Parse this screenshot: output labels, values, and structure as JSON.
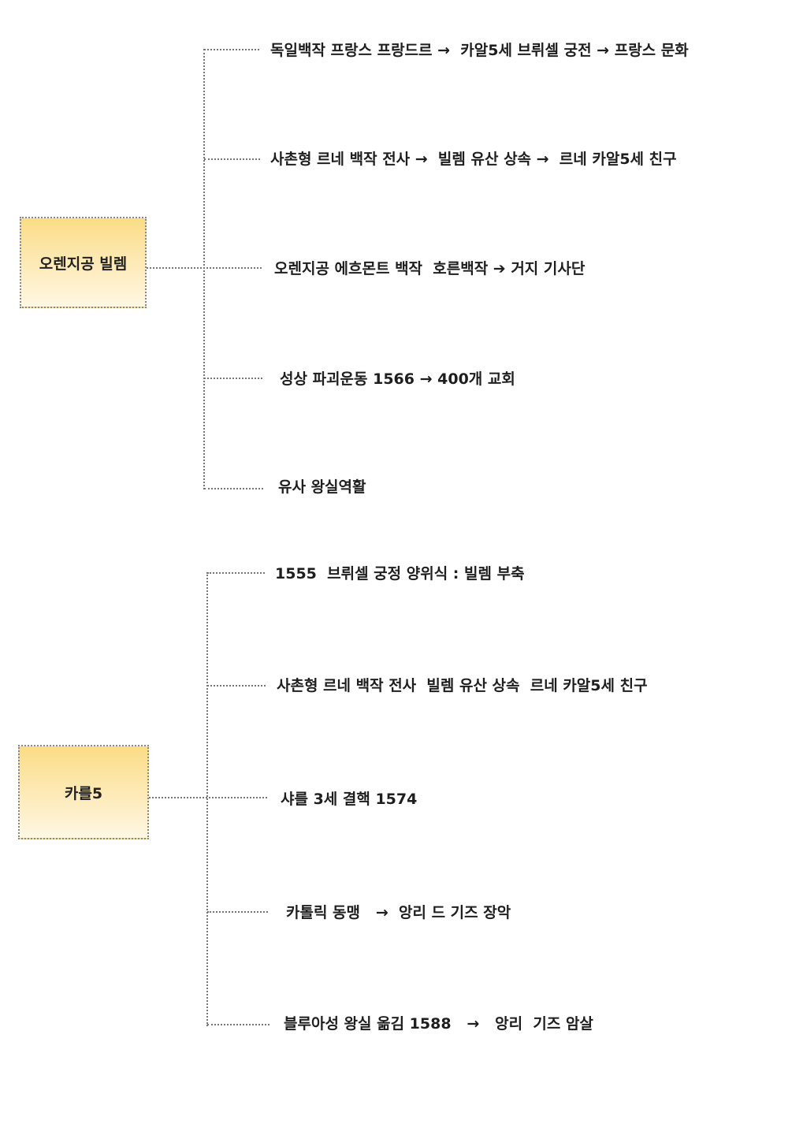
{
  "trees": [
    {
      "root": "오렌지공 빌렘",
      "branches": [
        "독일백작 프랑스 프랑드르 →  카알5세 브뤼셀 궁전 → 프랑스 문화",
        "사촌형 르네 백작 전사 →  빌렘 유산 상속 →  르네 카알5세 친구",
        "오렌지공 에흐몬트 백작  호른백작 ➔ 거지 기사단",
        "성상 파괴운동 1566 → 400개 교회",
        "유사 왕실역활"
      ]
    },
    {
      "root": "카를5",
      "branches": [
        "1555  브뤼셀 궁정 양위식 : 빌렘 부축",
        "사촌형 르네 백작 전사  빌렘 유산 상속  르네 카알5세 친구",
        "샤를 3세 결핵 1574",
        "카톨릭 동맹   →  앙리 드 기즈 장악",
        "블루아성 왕실 옮김 1588   →   앙리  기즈 암살"
      ]
    }
  ]
}
